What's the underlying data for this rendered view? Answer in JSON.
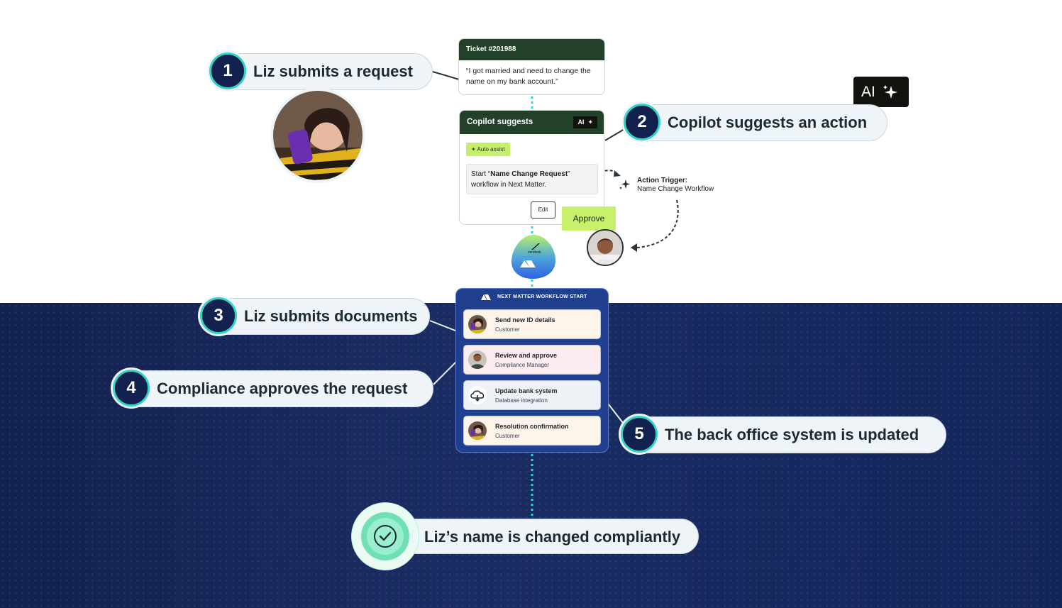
{
  "steps": [
    {
      "num": "1",
      "label": "Liz submits a request"
    },
    {
      "num": "2",
      "label": "Copilot suggests an action"
    },
    {
      "num": "3",
      "label": "Liz submits documents"
    },
    {
      "num": "4",
      "label": "Compliance approves the request"
    },
    {
      "num": "5",
      "label": "The back office system is updated"
    }
  ],
  "ticket": {
    "title": "Ticket #201988",
    "body": "“I got married and need to change the name on my bank account.”"
  },
  "copilot": {
    "title": "Copilot suggests",
    "ai_label": "AI",
    "auto_assist": "Auto assist",
    "suggest_prefix": "Start “",
    "suggest_bold": "Name Change Request",
    "suggest_suffix": "” workflow in Next Matter.",
    "edit_label": "Edit",
    "approve_label": "Approve"
  },
  "ai_badge": {
    "label": "AI"
  },
  "action_trigger": {
    "title": "Action Trigger:",
    "value": "Name Change Workflow"
  },
  "zendesk": {
    "label": "zendesk"
  },
  "workflow": {
    "header": "NEXT MATTER WORKFLOW START",
    "items": [
      {
        "title": "Send new ID details",
        "role": "Customer",
        "icon": "avatar-liz",
        "bg": "#fdf5ea"
      },
      {
        "title": "Review and approve",
        "role": "Compliance Manager",
        "icon": "avatar-manager",
        "bg": "#fcecef"
      },
      {
        "title": "Update bank system",
        "role": "Database integration",
        "icon": "cloud-icon",
        "bg": "#eef2f6"
      },
      {
        "title": "Resolution confirmation",
        "role": "Customer",
        "icon": "avatar-liz",
        "bg": "#fdf5ea"
      }
    ]
  },
  "result": {
    "label": "Liz’s name is changed compliantly"
  },
  "colors": {
    "navy": "#13214f",
    "teal": "#30d4c6",
    "lime": "#c8f06a",
    "dark_green": "#234029",
    "workflow_blue": "#20408f",
    "success_green": "#6fe0b3"
  }
}
